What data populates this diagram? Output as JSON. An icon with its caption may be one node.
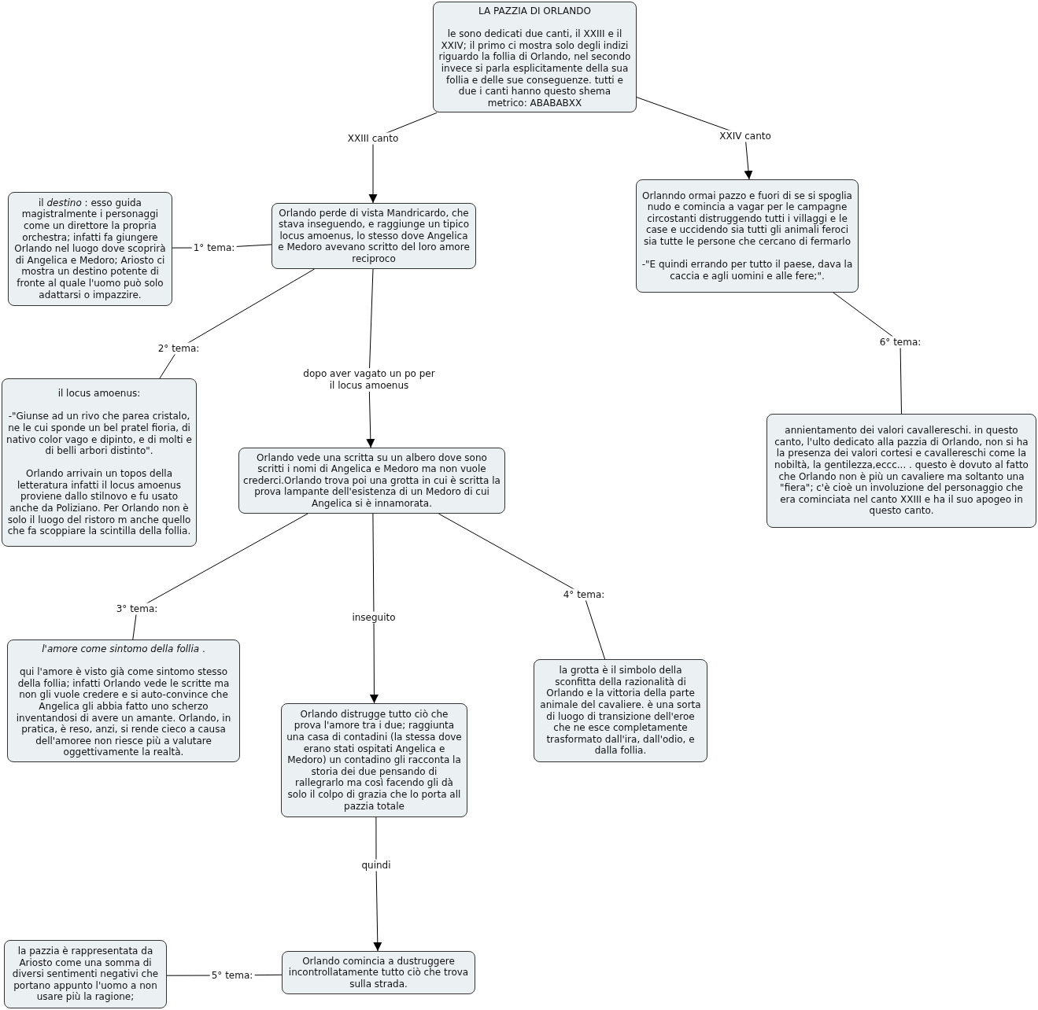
{
  "diagram": {
    "nodes": [
      {
        "text": [
          "LA PAZZIA DI ORLANDO",
          "le sono dedicati due canti, il XXIII e il XXIV; il primo ci mostra solo degli indizi riguardo la follia di Orlando, nel secondo invece si parla esplicitamente della sua follia e delle sue conseguenze. tutti e due i canti hanno questo shema metrico: ABABABXX"
        ]
      },
      {
        "text": [
          "Orlando perde di vista Mandricardo, che stava inseguendo, e raggiunge un tipico locus amoenus, lo stesso dove Angelica e Medoro avevano scritto del loro amore reciproco"
        ]
      },
      {
        "text": [
          "Orlanndo ormai pazzo e fuori di se si spoglia nudo e comincia a vagar per le campagne circostanti distruggendo tutti i villaggi e le case e uccidendo sia tutti gli animali feroci sia tutte le persone che cercano di fermarlo",
          "-\"E quindi errando per tutto il paese, dava la caccia e agli uomini e alle fere;\"."
        ]
      },
      {
        "text": [
          "il *destino* : esso guida magistralmente i personaggi come un direttore la propria orchestra; infatti fa giungere Orlando nel luogo dove scoprirà di Angelica e Medoro; Ariosto ci mostra un destino potente di fronte al quale l'uomo può solo adattarsi o impazzire."
        ]
      },
      {
        "text": [
          "il locus amoenus:",
          "-\"Giunse ad un rivo che parea cristalo, ne le cui sponde un bel pratel fioria, di nativo color vago e dipinto, e di molti e di belli arbori distinto\".",
          "Orlando arrivain un topos della letteratura infatti il locus amoenus proviene dallo stilnovo e fu usato anche da Poliziano. Per Orlando non è solo il luogo del ristoro m anche quello che fa scoppiare la scintilla della follia."
        ]
      },
      {
        "text": [
          "Orlando vede una scritta su un albero dove sono scritti i nomi di Angelica e Medoro ma non vuole crederci.Orlando trova poi una grotta in cui è scritta la prova lampante dell'esistenza di un Medoro di cui Angelica si è innamorata."
        ]
      },
      {
        "text": [
          "annientamento dei valori cavallereschi. in questo canto, l'ulto dedicato alla pazzia di Orlando, non si ha la presenza dei valori cortesi e cavallereschi come la nobiltà, la gentilezza,eccc... . questo è dovuto al fatto che Orlando non è più un cavaliere ma soltanto una \"fiera\"; c'è cioè un involuzione del personaggio che era cominciata nel canto XXIII e ha il suo apogeo in questo canto."
        ]
      },
      {
        "text": [
          "*l'amore come sintomo della follia* .",
          "qui l'amore è visto già come sintomo stesso della follia; infatti Orlando vede le scritte ma non gli vuole credere e si auto-convince che Angelica gli abbia fatto uno scherzo inventandosi di avere un amante. Orlando, in pratica, è reso, anzi, si rende cieco a causa dell'amoree non riesce più a valutare oggettivamente la realtà."
        ]
      },
      {
        "text": [
          "la grotta è il simbolo della sconfitta della razionalità di Orlando e la vittoria della parte animale del cavaliere. è una sorta di luogo di transizione dell'eroe che ne esce completamente trasformato dall'ira, dall'odio, e dalla follia."
        ]
      },
      {
        "text": [
          "Orlando distrugge tutto ciò che prova l'amore tra i due; raggiunta una casa di contadini (la stessa dove erano stati ospitati Angelica e Medoro) un contadino gli racconta la storia dei due pensando di rallegrarlo ma così facendo gli dà solo il colpo di grazia che lo porta all pazzia totale"
        ]
      },
      {
        "text": [
          "la pazzia è rappresentata da Ariosto come una somma di diversi sentimenti negativi che portano appunto l'uomo a non usare più la ragione;"
        ]
      },
      {
        "text": [
          "Orlando comincia a dustruggere incontrollatamente tutto ciò che trova sulla strada."
        ]
      }
    ],
    "edges": [
      {
        "from": 0,
        "to": 1,
        "arrow": "to",
        "label": "XXIII canto"
      },
      {
        "from": 0,
        "to": 2,
        "arrow": "to",
        "label": "XXIV canto"
      },
      {
        "from": 1,
        "to": 3,
        "arrow": "none",
        "label": "1° tema:"
      },
      {
        "from": 1,
        "to": 4,
        "arrow": "none",
        "label": "2° tema:"
      },
      {
        "from": 1,
        "to": 5,
        "arrow": "to",
        "label": "dopo aver vagato un po per il locus amoenus"
      },
      {
        "from": 5,
        "to": 7,
        "arrow": "none",
        "label": "3° tema:"
      },
      {
        "from": 5,
        "to": 9,
        "arrow": "to",
        "label": "inseguito"
      },
      {
        "from": 5,
        "to": 8,
        "arrow": "none",
        "label": "4° tema:"
      },
      {
        "from": 9,
        "to": 11,
        "arrow": "to",
        "label": "quindi"
      },
      {
        "from": 11,
        "to": 10,
        "arrow": "none",
        "label": "5° tema:"
      },
      {
        "from": 2,
        "to": 6,
        "arrow": "none",
        "label": "6° tema:"
      }
    ]
  }
}
